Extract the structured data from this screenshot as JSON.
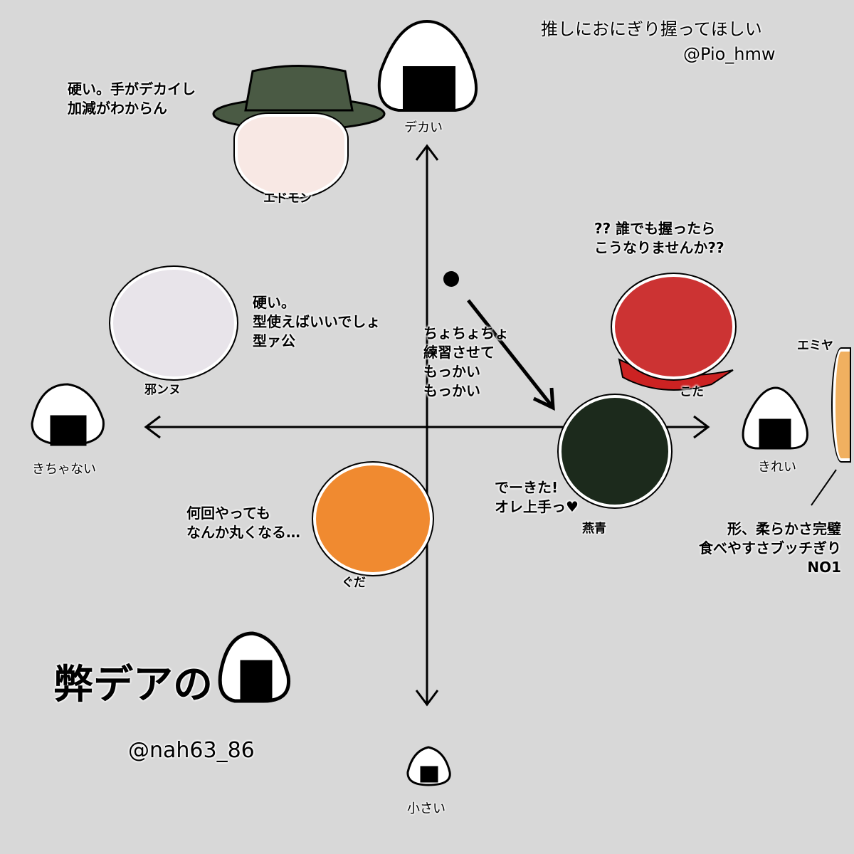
{
  "credit_top": {
    "line1": "推しにおにぎり握ってほしい",
    "line2": "@Pio_hmw"
  },
  "axes": {
    "top": "デカい",
    "bottom": "小さい",
    "left": "きちゃない",
    "right": "きれい"
  },
  "characters": [
    {
      "name": "エドモン",
      "comment": "硬い。手がデカイし\n加減がわからん",
      "color": "#4a5a44"
    },
    {
      "name": "邪ンヌ",
      "comment": "硬い。\n型使えばいいでしょ\n型ァ公",
      "color": "#e8e4ea"
    },
    {
      "name": "燕青",
      "comment": "でーきた!\nオレ上手っ♥",
      "comment2": "ちょちょちょ\n練習させて\nもっかい\nもっかい",
      "color": "#1c2a1c"
    },
    {
      "name": "こた",
      "comment": "?? 誰でも握ったら\nこうなりませんか??",
      "color": "#cc3333"
    },
    {
      "name": "エミヤ",
      "comment": "形、柔らかさ完璧\n食べやすさブッチぎり\nNO1",
      "color": "#f0b060"
    },
    {
      "name": "ぐだ",
      "comment": "何回やっても\nなんか丸くなる…",
      "color": "#f08a30"
    }
  ],
  "footer": {
    "title": "弊デアの",
    "handle": "@nah63_86"
  }
}
